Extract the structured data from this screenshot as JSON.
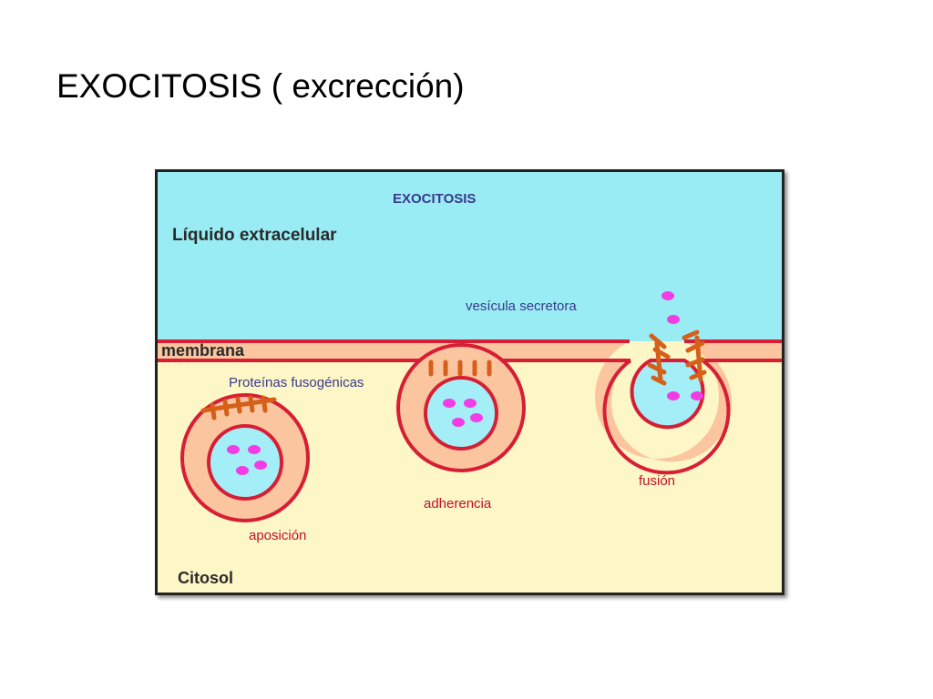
{
  "slide": {
    "title": "EXOCITOSIS ( excrección)"
  },
  "diagram": {
    "heading": "EXOCITOSIS",
    "extracellular_label": "Líquido extracelular",
    "membrane_label": "membrana",
    "cytosol_label": "Citosol",
    "vesicle_label": "vesícula secretora",
    "proteins_label": "Proteínas fusogénicas",
    "stages": [
      {
        "label": "aposición"
      },
      {
        "label": "adherencia"
      },
      {
        "label": "fusión"
      }
    ],
    "colors": {
      "extracellular": "#99ecf4",
      "cytosol": "#fdf6c6",
      "membrane_fill": "#fbc5a0",
      "membrane_line": "#d61e34",
      "vesicle_inner": "#a4eef8",
      "cargo": "#f23ce6",
      "protein": "#d4601a",
      "stage_text": "#c0102a",
      "label_text": "#3a3a8c"
    }
  }
}
